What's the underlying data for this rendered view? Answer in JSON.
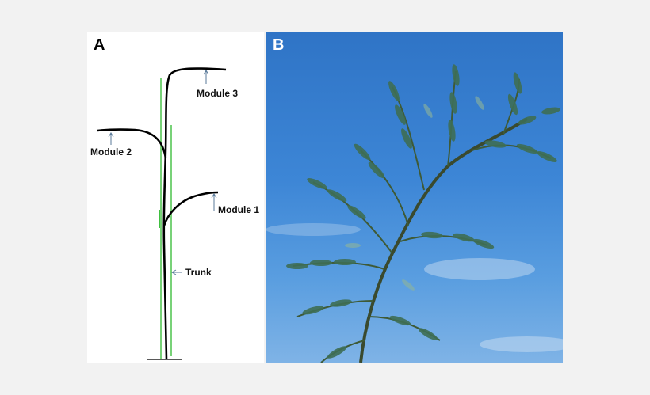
{
  "panel_a": {
    "letter": "A",
    "labels": {
      "module3": "Module 3",
      "module2": "Module 2",
      "module1": "Module 1",
      "trunk": "Trunk"
    }
  },
  "panel_b": {
    "letter": "B"
  },
  "colors": {
    "sky_top": "#2f74c6",
    "sky_bottom": "#7fb3e6",
    "branch_line": "#000000",
    "guide_line": "#3fbf3f",
    "pointer": "#5a7a99",
    "foliage": "#3e6e55"
  }
}
